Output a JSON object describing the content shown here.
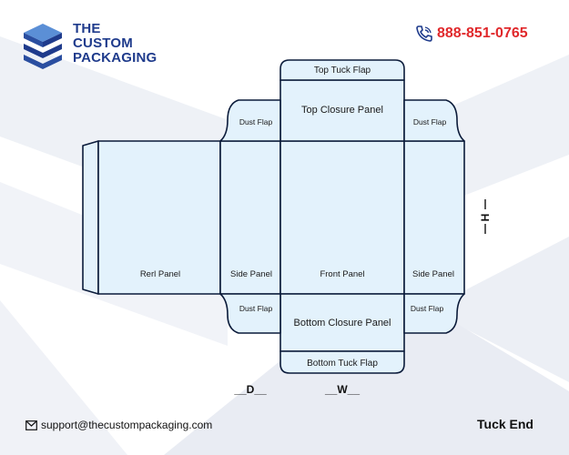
{
  "brand": {
    "line1": "THE",
    "line2": "CUSTOM",
    "line3": "PACKAGING",
    "color": "#1f3b8c"
  },
  "contact": {
    "phone": "888-851-0765",
    "phone_icon": "phone-icon",
    "email": "support@thecustompackaging.com",
    "email_icon": "envelope-icon"
  },
  "box_style": "Tuck End",
  "panels": {
    "top_tuck_flap": "Top Tuck Flap",
    "top_closure_panel": "Top Closure Panel",
    "dust_flap_top_left": "Dust Flap",
    "dust_flap_top_right": "Dust Flap",
    "rear_panel": "Rerl Panel",
    "side_panel_left": "Side Panel",
    "front_panel": "Front Panel",
    "side_panel_right": "Side Panel",
    "dust_flap_bottom_left": "Dust Flap",
    "dust_flap_bottom_right": "Dust Flap",
    "bottom_closure_panel": "Bottom Closure Panel",
    "bottom_tuck_flap": "Bottom Tuck Flap"
  },
  "dimensions": {
    "depth": "__D__",
    "width": "__W__",
    "height": "H"
  },
  "colors": {
    "panel_fill": "#e3f2fc",
    "outline": "#0b1b3a",
    "phone_red": "#e0282b",
    "accent_blue": "#1f3b8c"
  }
}
